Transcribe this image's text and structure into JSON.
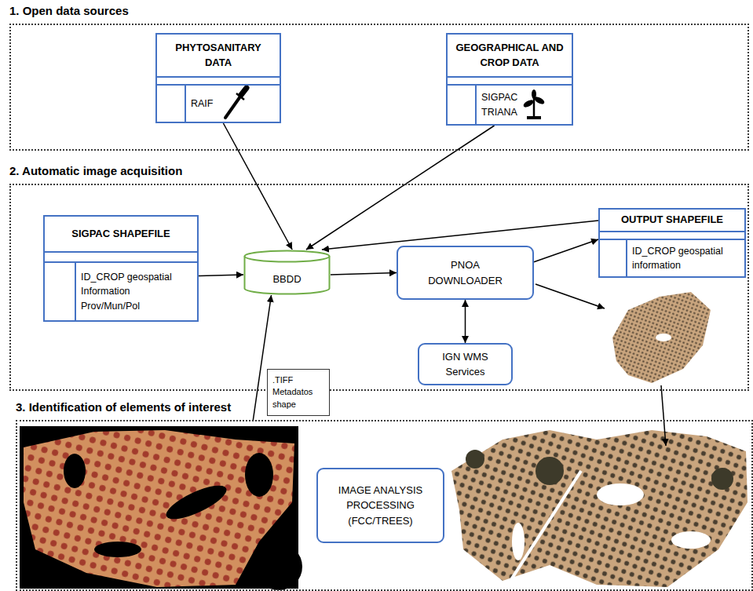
{
  "diagram": {
    "nodes": [
      {
        "text": [
          "1.  Open data sources"
        ]
      },
      {
        "text": [
          "PHYTOSANITARY DATA",
          "RAIF"
        ],
        "in": 0
      },
      {
        "text": [
          "GEOGRAPHICAL AND CROP DATA",
          "SIGPAC TRIANA"
        ],
        "in": 0
      },
      {
        "text": [
          "2. Automatic image acquisition"
        ]
      },
      {
        "text": [
          "SIGPAC SHAPEFILE",
          "ID_CROP geospatial Information Prov/Mun/Pol"
        ],
        "in": 3
      },
      {
        "text": [
          "BBDD"
        ],
        "in": 3
      },
      {
        "text": [
          "PNOA DOWNLOADER"
        ],
        "in": 3
      },
      {
        "text": [
          "OUTPUT SHAPEFILE",
          "ID_CROP geospatial information"
        ],
        "in": 3
      },
      {
        "text": [
          "IGN WMS Services"
        ],
        "in": 3
      },
      {
        "text": [
          ".TIFF Metadatos shape"
        ]
      },
      {
        "text": [
          "3. Identification of elements of interest"
        ]
      },
      {
        "text": [
          "IMAGE ANALYSIS PROCESSING (FCC/TREES)"
        ],
        "in": 10
      }
    ],
    "edges": [
      {
        "from": 1,
        "to": 5,
        "arrow": "to"
      },
      {
        "from": 2,
        "to": 5,
        "arrow": "to"
      },
      {
        "from": 7,
        "to": 5,
        "arrow": "to"
      },
      {
        "from": 4,
        "to": 5,
        "arrow": "to"
      },
      {
        "from": 5,
        "to": 6,
        "arrow": "to"
      },
      {
        "from": 6,
        "to": 7,
        "arrow": "to"
      },
      {
        "from": 6,
        "to": 8,
        "arrow": "both"
      },
      {
        "from": 10,
        "to": 5,
        "arrow": "to"
      }
    ]
  }
}
